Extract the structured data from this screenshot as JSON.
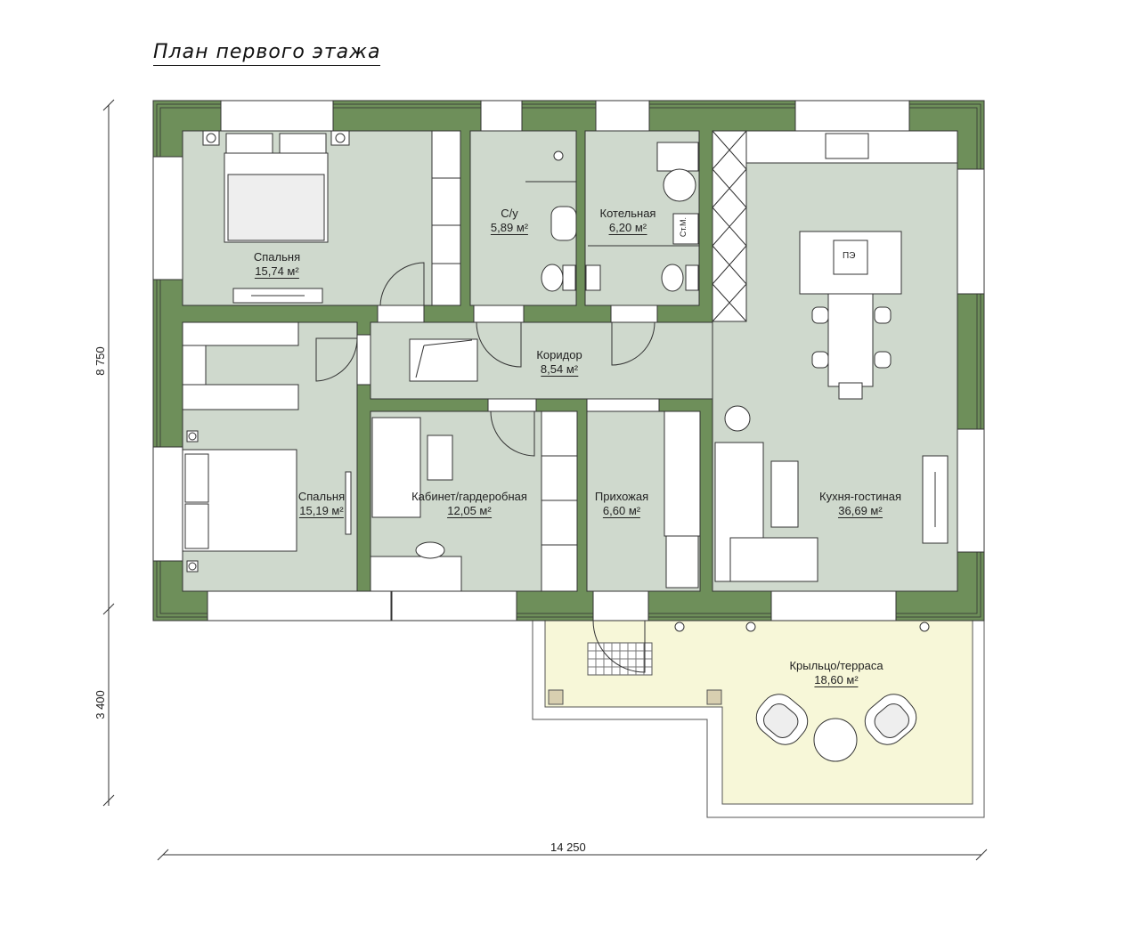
{
  "title": "План первого этажа",
  "rooms": [
    {
      "name": "Спальня",
      "area": "15,74 м²"
    },
    {
      "name": "С/у",
      "area": "5,89 м²"
    },
    {
      "name": "Котельная",
      "area": "6,20 м²"
    },
    {
      "name": "Коридор",
      "area": "8,54 м²"
    },
    {
      "name": "Спальня",
      "area": "15,19 м²"
    },
    {
      "name": "Кабинет/гардеробная",
      "area": "12,05 м²"
    },
    {
      "name": "Прихожая",
      "area": "6,60 м²"
    },
    {
      "name": "Кухня-гостиная",
      "area": "36,69 м²"
    },
    {
      "name": "Крыльцо/терраса",
      "area": "18,60 м²"
    }
  ],
  "boiler_tag": "Ст.М.",
  "hob_tag": "ПЭ",
  "dimensions": {
    "house_depth": "8 750",
    "terrace_depth": "3 400",
    "total_width": "14 250"
  },
  "colors": {
    "wall": "#6e8f5a",
    "floor": "#cfd9cd",
    "terrace": "#f7f7d8",
    "line": "#333333"
  }
}
